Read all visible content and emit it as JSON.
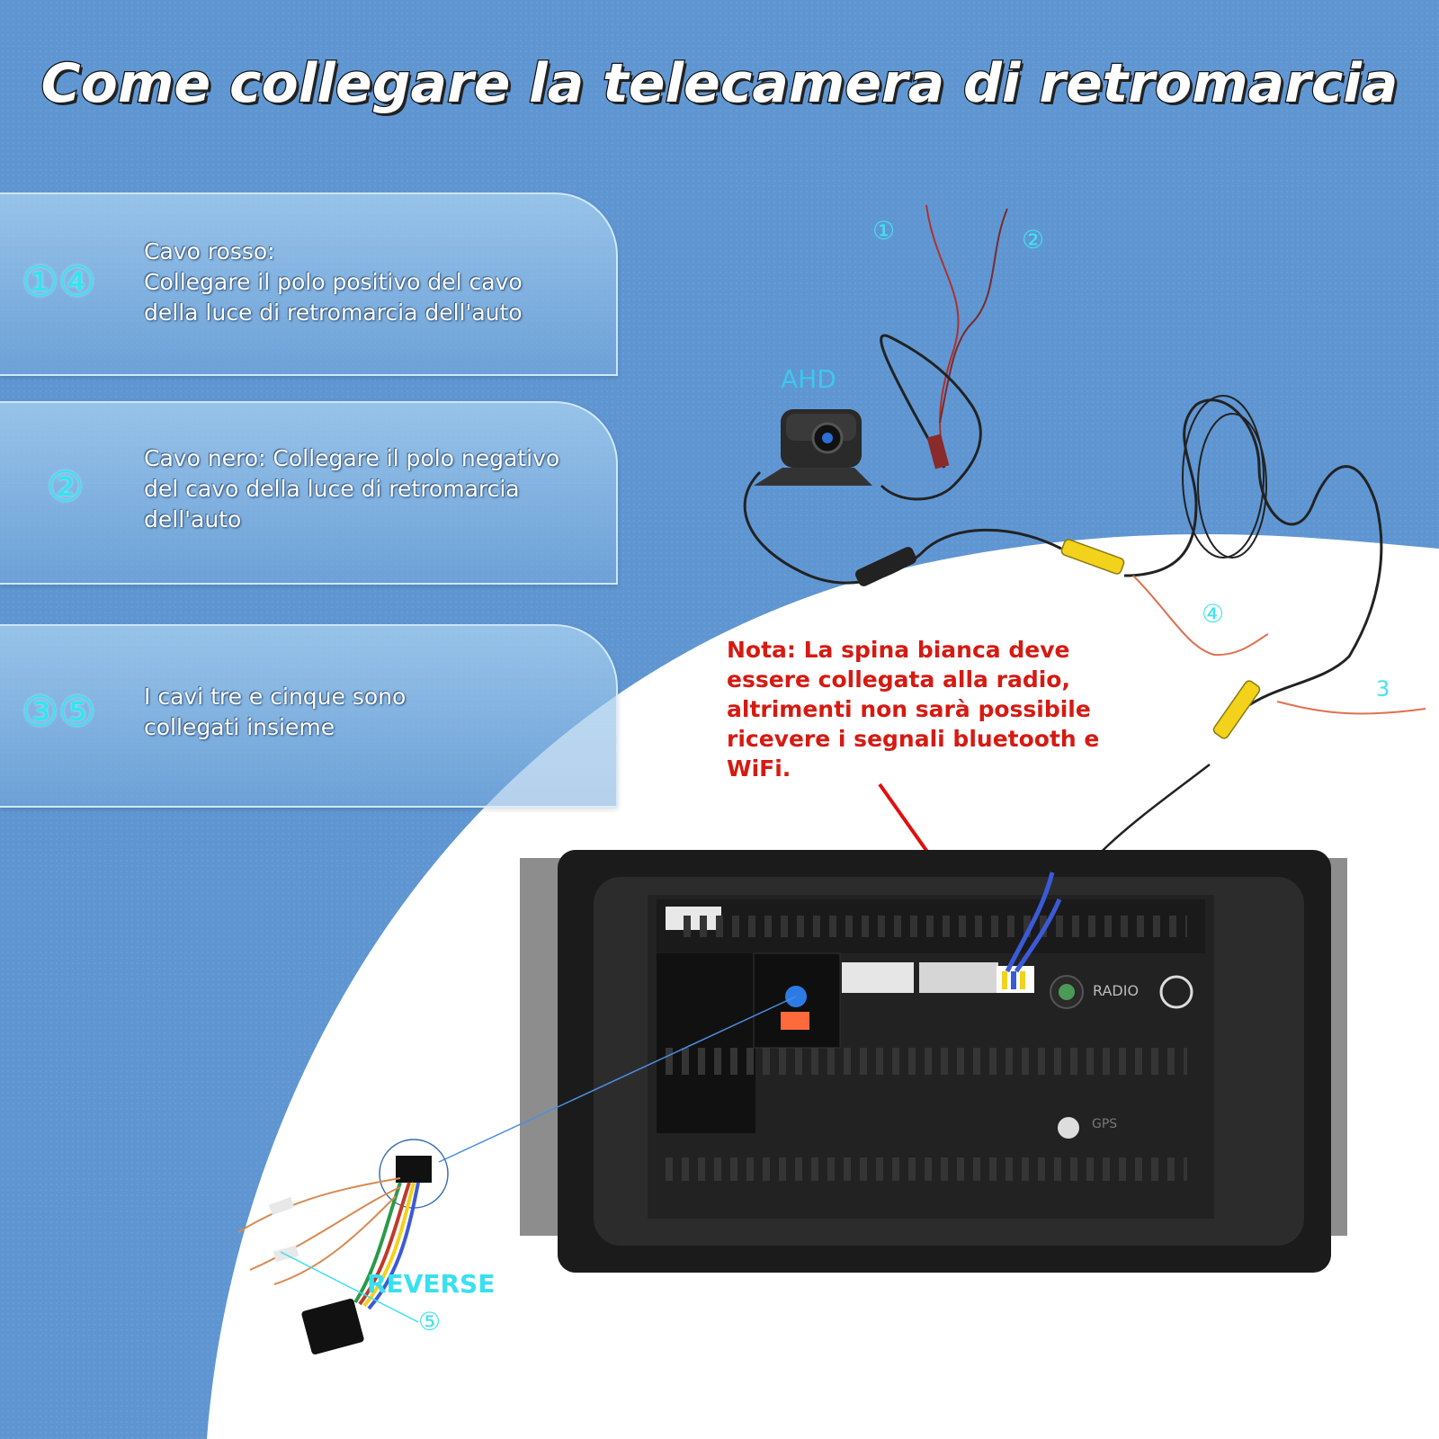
{
  "title": "Come collegare la telecamera di retromarcia",
  "panels": [
    {
      "number": "①④",
      "text": "Cavo rosso:\nCollegare il polo positivo del cavo\ndella luce di retromarcia dell'auto"
    },
    {
      "number": "②",
      "text": "Cavo nero: Collegare il polo negativo\ndel cavo della luce di retromarcia\ndell'auto"
    },
    {
      "number": "③⑤",
      "text": "I cavi tre e cinque sono\ncollegati insieme"
    }
  ],
  "note": "Nota: La spina bianca deve essere collegata alla radio, altrimenti non sarà possibile ricevere i segnali bluetooth e WiFi.",
  "labels": {
    "ahd": "AHD",
    "wire1": "①",
    "wire2": "②",
    "wire3": "3",
    "wire4": "④",
    "wire5": "⑤",
    "reverse": "REVERSE",
    "radio": "RADIO",
    "gps": "GPS"
  },
  "colors": {
    "background": "#5f96d2",
    "accent_cyan": "#35e4f0",
    "note_red": "#d61a12",
    "cable_yellow": "#f2d21a",
    "wire_red": "#c0392b"
  }
}
